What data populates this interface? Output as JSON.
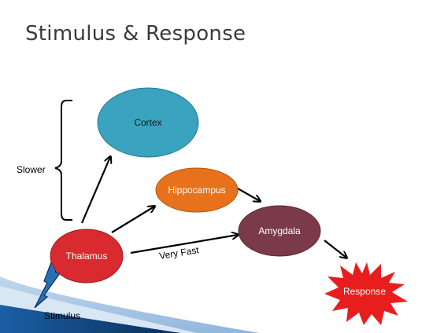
{
  "slide": {
    "title": "Stimulus & Response"
  },
  "diagram": {
    "nodes": {
      "cortex": {
        "label": "Cortex",
        "fill": "#3aa3bf",
        "text_color": "#1a1a1a"
      },
      "hippocampus": {
        "label": "Hippocampus",
        "fill": "#e8721c",
        "text_color": "#ffffff"
      },
      "amygdala": {
        "label": "Amygdala",
        "fill": "#7b3a4a",
        "text_color": "#ffffff"
      },
      "thalamus": {
        "label": "Thalamus",
        "fill": "#d92a2f",
        "text_color": "#ffffff"
      },
      "response": {
        "label": "Response",
        "fill": "#e81e1e",
        "text_color": "#ffffff"
      }
    },
    "brace_label": "Slower",
    "edge_label": "Very Fast",
    "stimulus_label": "Stimulus"
  },
  "theme": {
    "title_color": "#3a3a3a",
    "accent_blue": "#2a6fb5",
    "accent_light_blue": "#bfd6ec",
    "stroke": "#000000"
  }
}
